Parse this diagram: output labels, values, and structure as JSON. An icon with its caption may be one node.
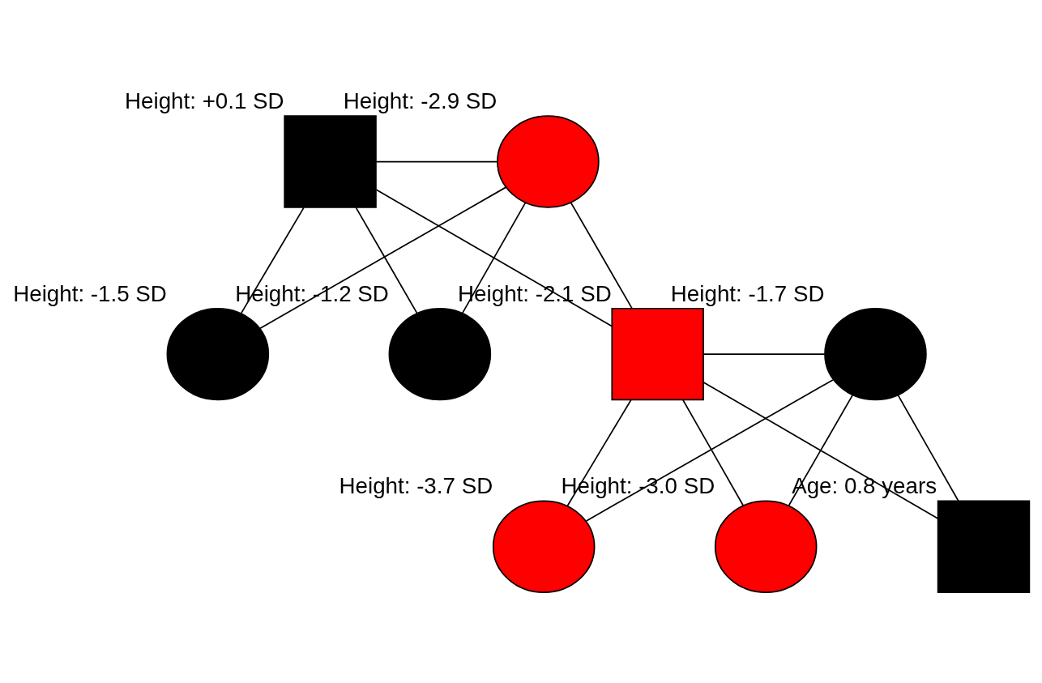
{
  "diagram": {
    "nodes": [
      {
        "text": [],
        "shape": "box",
        "beside": [
          "Height: +0.1 SD"
        ]
      },
      {
        "text": [],
        "shape": "circle",
        "beside": [
          "Height: -2.9 SD"
        ]
      },
      {
        "text": [],
        "shape": "circle",
        "beside": [
          "Height: -1.5 SD"
        ]
      },
      {
        "text": [],
        "shape": "circle",
        "beside": [
          "Height: -1.2 SD"
        ]
      },
      {
        "text": [],
        "shape": "box",
        "beside": [
          "Height: -2.1 SD"
        ]
      },
      {
        "text": [],
        "shape": "circle",
        "beside": [
          "Height: -1.7 SD"
        ]
      },
      {
        "text": [],
        "shape": "circle",
        "beside": [
          "Height: -3.7 SD"
        ]
      },
      {
        "text": [],
        "shape": "circle",
        "beside": [
          "Height: -3.0 SD"
        ]
      },
      {
        "text": [],
        "shape": "box",
        "beside": [
          "Age: 0.8 years"
        ]
      }
    ],
    "edges": [
      {
        "from": 0,
        "to": 1,
        "arrow": "none"
      },
      {
        "from": 0,
        "to": 2,
        "arrow": "none"
      },
      {
        "from": 1,
        "to": 2,
        "arrow": "none"
      },
      {
        "from": 0,
        "to": 3,
        "arrow": "none"
      },
      {
        "from": 1,
        "to": 3,
        "arrow": "none"
      },
      {
        "from": 0,
        "to": 4,
        "arrow": "none"
      },
      {
        "from": 1,
        "to": 4,
        "arrow": "none"
      },
      {
        "from": 4,
        "to": 5,
        "arrow": "none"
      },
      {
        "from": 4,
        "to": 6,
        "arrow": "none"
      },
      {
        "from": 5,
        "to": 6,
        "arrow": "none"
      },
      {
        "from": 4,
        "to": 7,
        "arrow": "none"
      },
      {
        "from": 5,
        "to": 7,
        "arrow": "none"
      },
      {
        "from": 4,
        "to": 8,
        "arrow": "none"
      },
      {
        "from": 5,
        "to": 8,
        "arrow": "none"
      }
    ]
  }
}
